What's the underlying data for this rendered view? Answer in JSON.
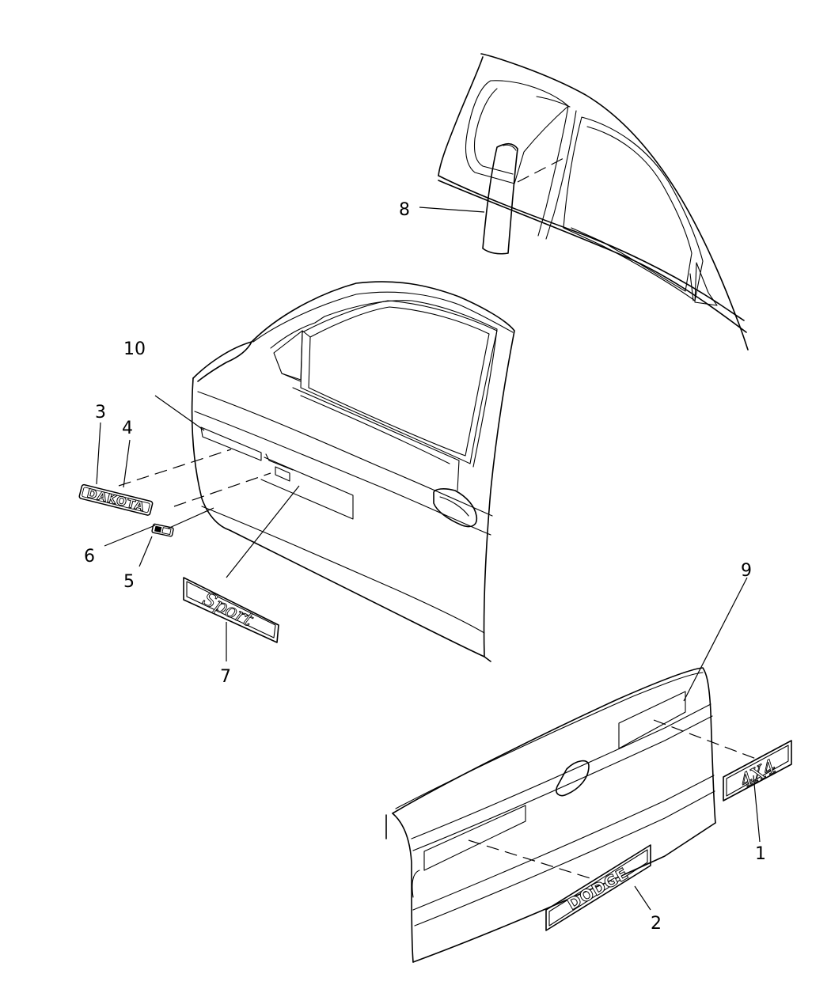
{
  "callouts": {
    "c1": "1",
    "c2": "2",
    "c3": "3",
    "c4": "4",
    "c5": "5",
    "c6": "6",
    "c7": "7",
    "c8": "8",
    "c9": "9",
    "c10": "10"
  },
  "badges": {
    "four_by_four": "4X4",
    "dodge": "DODGE",
    "dakota": "DAKOTA",
    "sport": "Sport"
  }
}
